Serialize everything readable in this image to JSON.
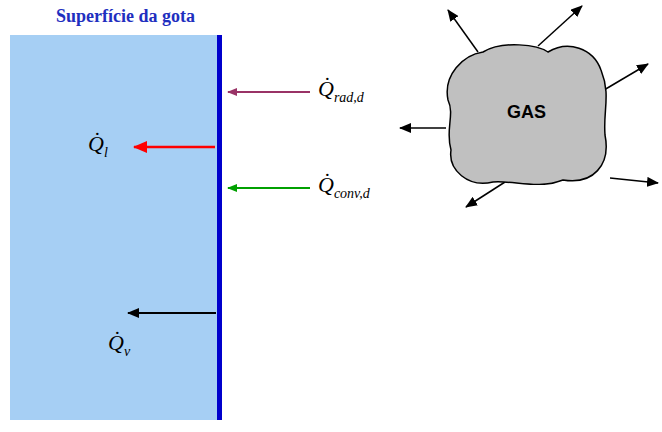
{
  "diagram": {
    "nodes": [
      {
        "text": [
          "Superfície da gota"
        ]
      },
      {
        "text": [
          "GAS"
        ]
      }
    ],
    "labels": [
      "Q̇rad,d",
      "Q̇l",
      "Q̇conv,d",
      "Q̇v"
    ]
  }
}
